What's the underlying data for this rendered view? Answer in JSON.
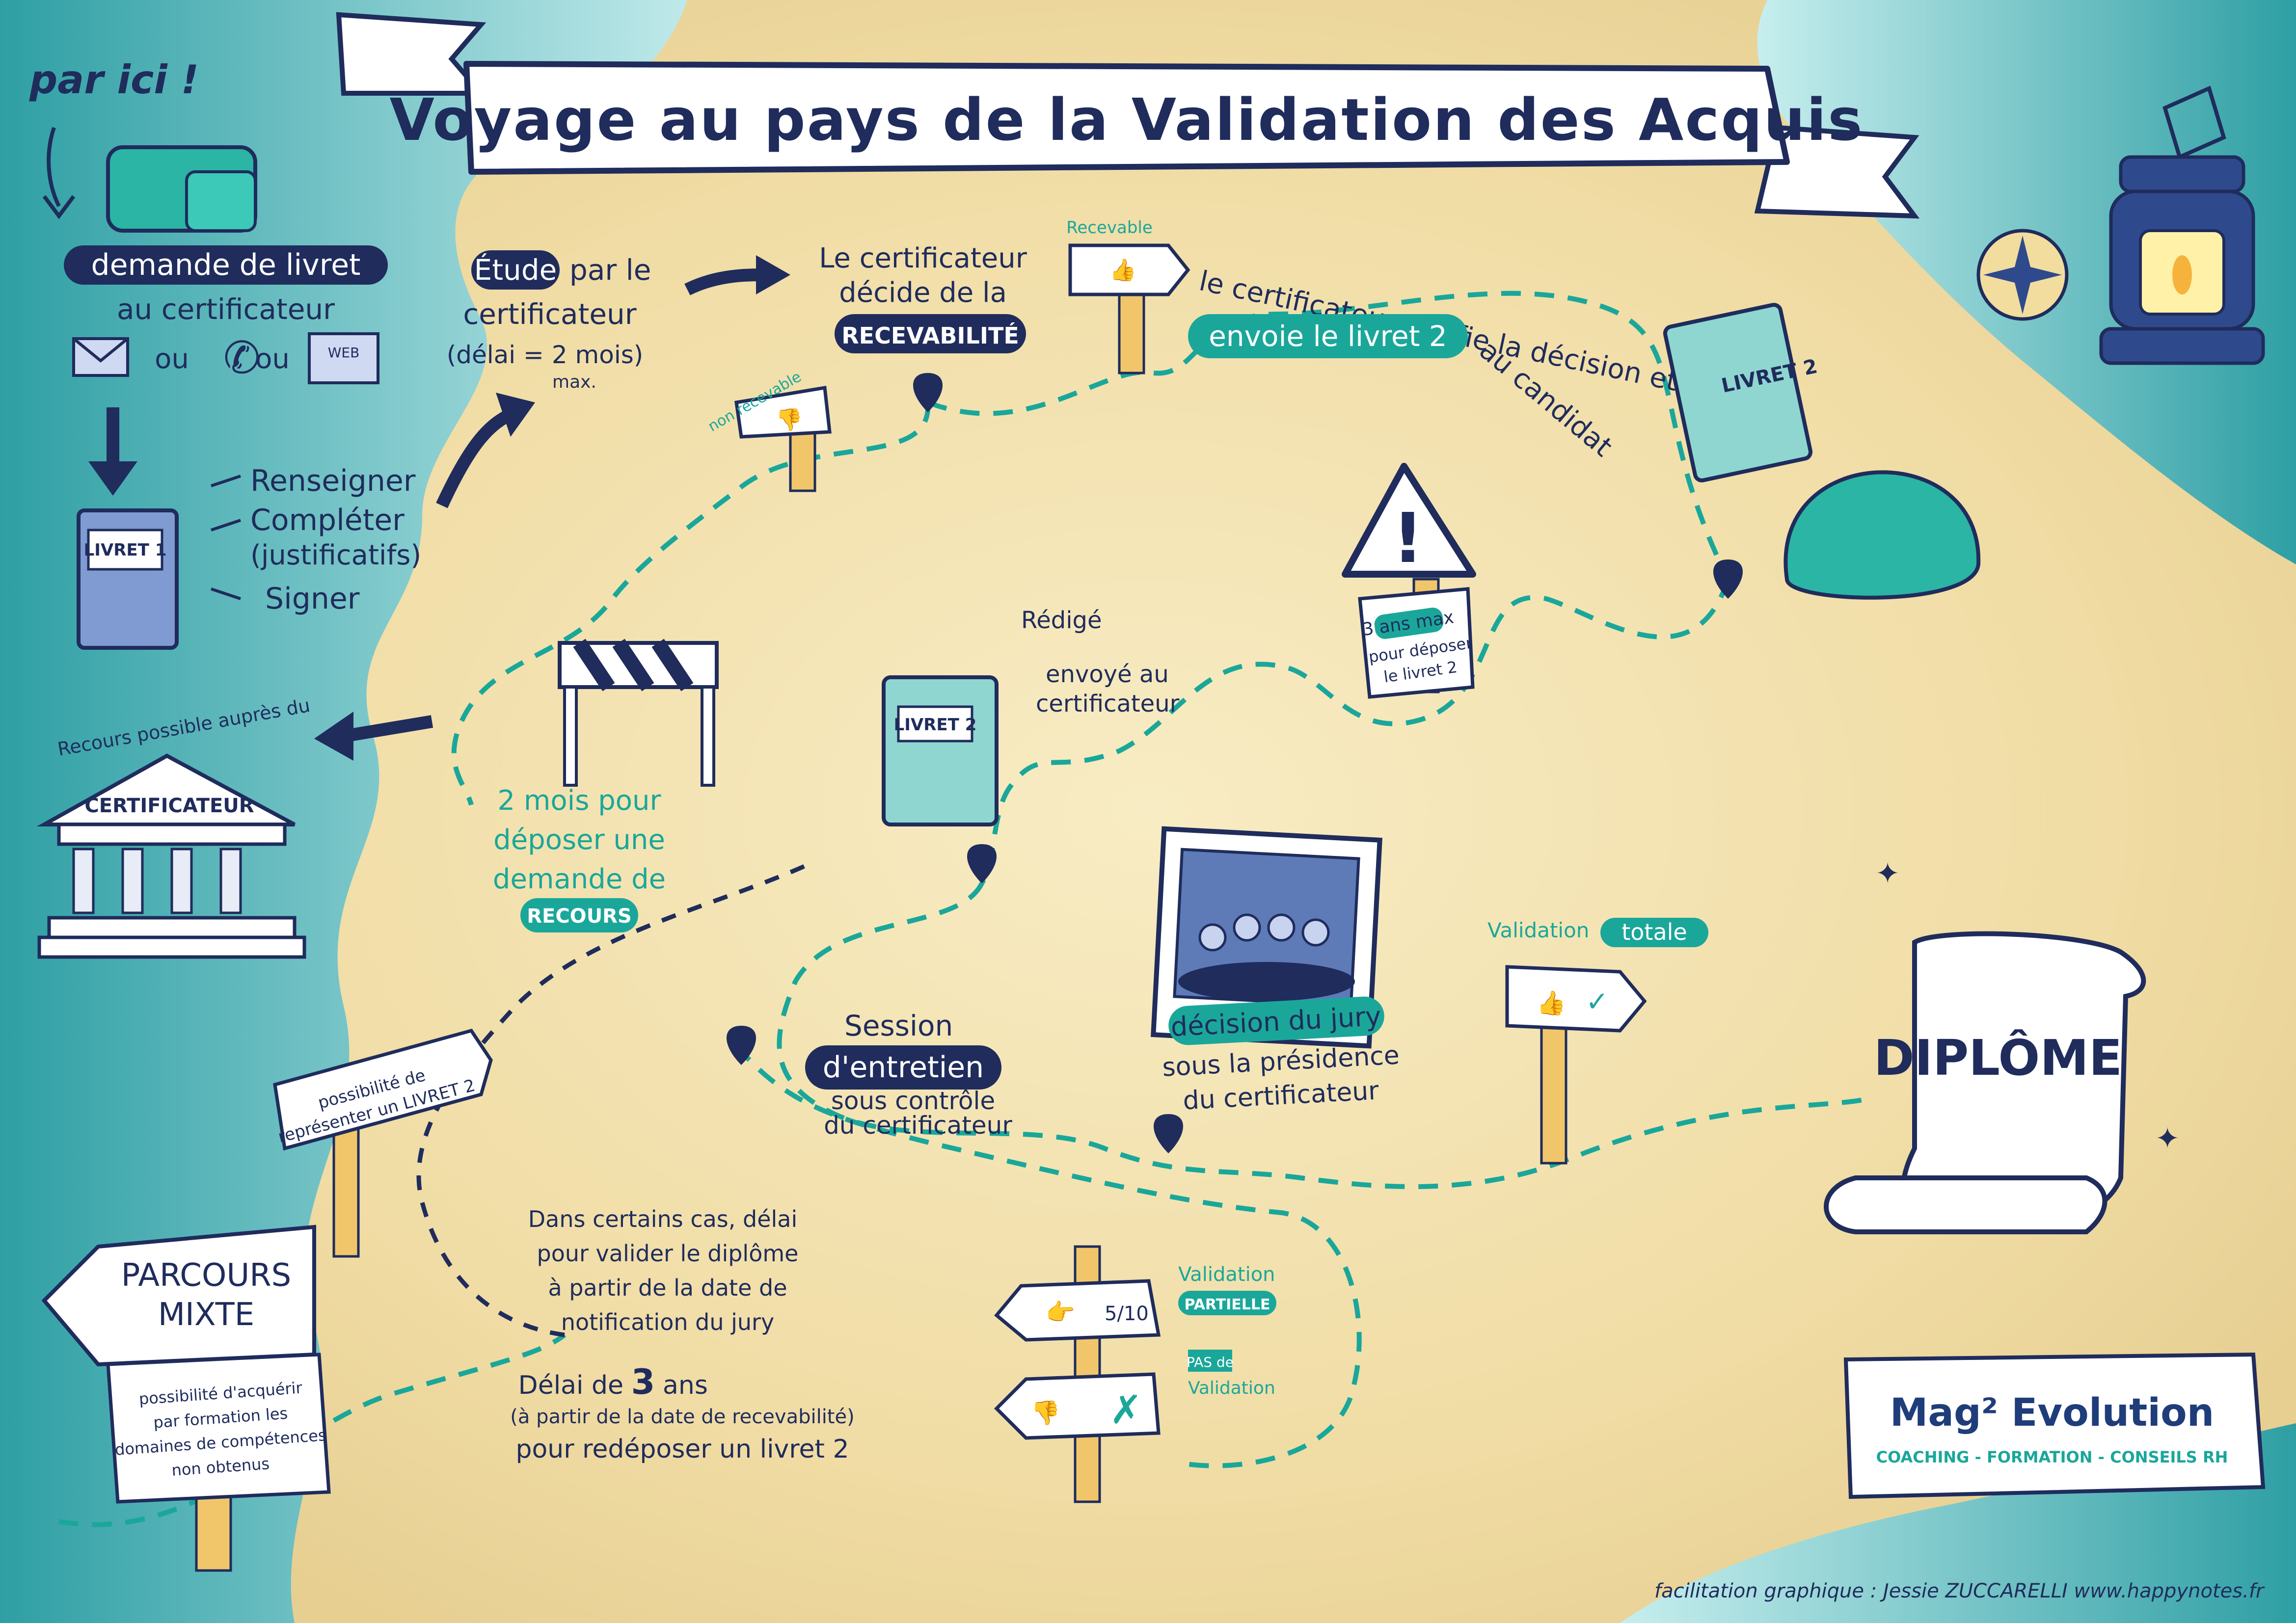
{
  "title": "Voyage au pays de la Validation des Acquis",
  "start": {
    "label": "par ici !"
  },
  "step1": {
    "badge": "demande de livret",
    "line2": "au certificateur",
    "ou1": "ou",
    "ou2": "ou",
    "web": "WEB"
  },
  "livret1": {
    "book": "LIVRET 1",
    "actions": [
      "Renseigner",
      "Compléter",
      "(justificatifs)",
      "Signer"
    ]
  },
  "etude": {
    "badge": "Étude",
    "line1": "par le",
    "line2": "certificateur",
    "line3": "(délai = 2 mois)",
    "line4": "max."
  },
  "recevabilite": {
    "line1": "Le certificateur",
    "line2": "décide de la",
    "badge": "RECEVABILITÉ",
    "sign_ok": "Recevable",
    "sign_no": "non recevable"
  },
  "notify": {
    "line1": "le certificateur notifie la décision et",
    "badge": "envoie le livret 2",
    "line2": "au candidat",
    "book": "LIVRET 2"
  },
  "warning": {
    "highlight": "3 ans max",
    "line1": "pour déposer",
    "line2": "le livret 2"
  },
  "livret2": {
    "book": "LIVRET 2",
    "redige": "Rédigé",
    "envoye1": "envoyé au",
    "envoye2": "certificateur"
  },
  "recours": {
    "curve": "Recours possible auprès du",
    "temple": "CERTIFICATEUR",
    "delay1": "2 mois pour",
    "delay2": "déposer une",
    "delay3": "demande de",
    "badge": "RECOURS"
  },
  "session": {
    "line1": "Session",
    "badge": "d'entretien",
    "line2": "sous contrôle",
    "line3": "du certificateur"
  },
  "jury": {
    "badge": "décision du jury",
    "line1": "sous la présidence",
    "line2": "du certificateur"
  },
  "validation": {
    "totale_prefix": "Validation",
    "totale_badge": "totale",
    "partielle_line": "Validation",
    "partielle_badge": "PARTIELLE",
    "sign_fraction": "5/10",
    "pas1": "PAS de",
    "pas2": "Validation"
  },
  "diplome": {
    "label": "DIPLÔME"
  },
  "possibilite": {
    "line1": "possibilité de",
    "line2": "représenter un LIVRET 2"
  },
  "parcours": {
    "title1": "PARCOURS",
    "title2": "MIXTE",
    "body": [
      "possibilité d'acquérir",
      "par formation les",
      "domaines de compétences",
      "non obtenus"
    ]
  },
  "delai_cas": [
    "Dans certains cas, délai",
    "pour valider le diplôme",
    "à partir de la date de",
    "notification du jury"
  ],
  "delai_3ans": {
    "line1_prefix": "Délai de",
    "line1_num": "3",
    "line1_suffix": "ans",
    "line2": "(à partir de la date de recevabilité)",
    "line3": "pour redéposer un livret 2"
  },
  "logo": {
    "name": "Mag² Evolution",
    "tagline": "COACHING - FORMATION - CONSEILS RH"
  },
  "credit": "facilitation graphique : Jessie ZUCCARELLI   www.happynotes.fr",
  "colors": {
    "navy": "#1f2c5c",
    "teal": "#1aa79a",
    "sea": "#3ea9ae",
    "sand": "#f3e3b3",
    "lightbook": "#8fd6d0",
    "bluebook": "#7f9bd1"
  }
}
